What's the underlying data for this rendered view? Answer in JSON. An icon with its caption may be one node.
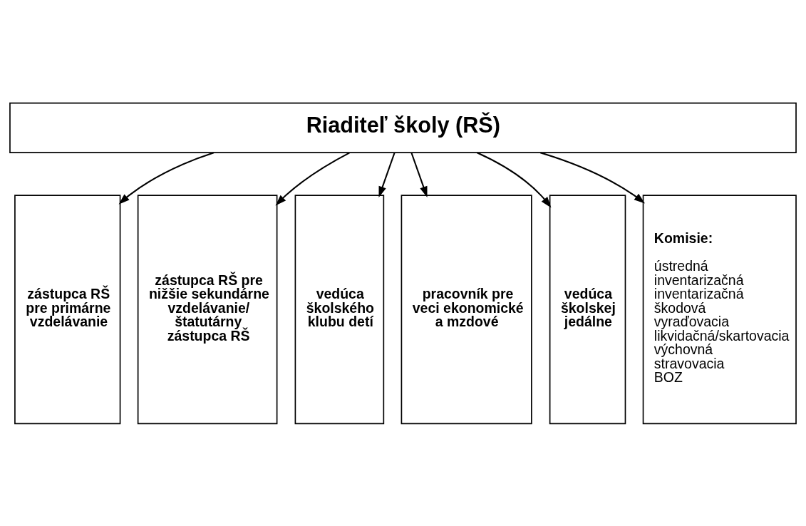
{
  "diagram": {
    "nodes": [
      {
        "text": [
          "Riaditeľ školy (RŠ)"
        ]
      },
      {
        "text": [
          "zástupca RŠ pre primárne vzdelávanie"
        ]
      },
      {
        "text": [
          "zástupca RŠ pre nižšie sekundárne vzdelávanie/ štatutárny zástupca RŠ"
        ]
      },
      {
        "text": [
          "vedúca školského klubu detí"
        ]
      },
      {
        "text": [
          "pracovník pre veci ekonomické a mzdové"
        ]
      },
      {
        "text": [
          "vedúca školskej jedálne"
        ]
      },
      {
        "text": [
          "Komisie:",
          "ústredná",
          "inventarizačná",
          "inventarizačná",
          "škodová",
          "vyraďovacia",
          "likvidačná/skartovacia",
          "výchovná",
          "stravovacia",
          "BOZ"
        ]
      }
    ],
    "edges": [
      {
        "from": 0,
        "to": 1,
        "arrow": "to"
      },
      {
        "from": 0,
        "to": 2,
        "arrow": "to"
      },
      {
        "from": 0,
        "to": 3,
        "arrow": "to"
      },
      {
        "from": 0,
        "to": 4,
        "arrow": "to"
      },
      {
        "from": 0,
        "to": 5,
        "arrow": "to"
      },
      {
        "from": 0,
        "to": 6,
        "arrow": "to"
      }
    ]
  }
}
